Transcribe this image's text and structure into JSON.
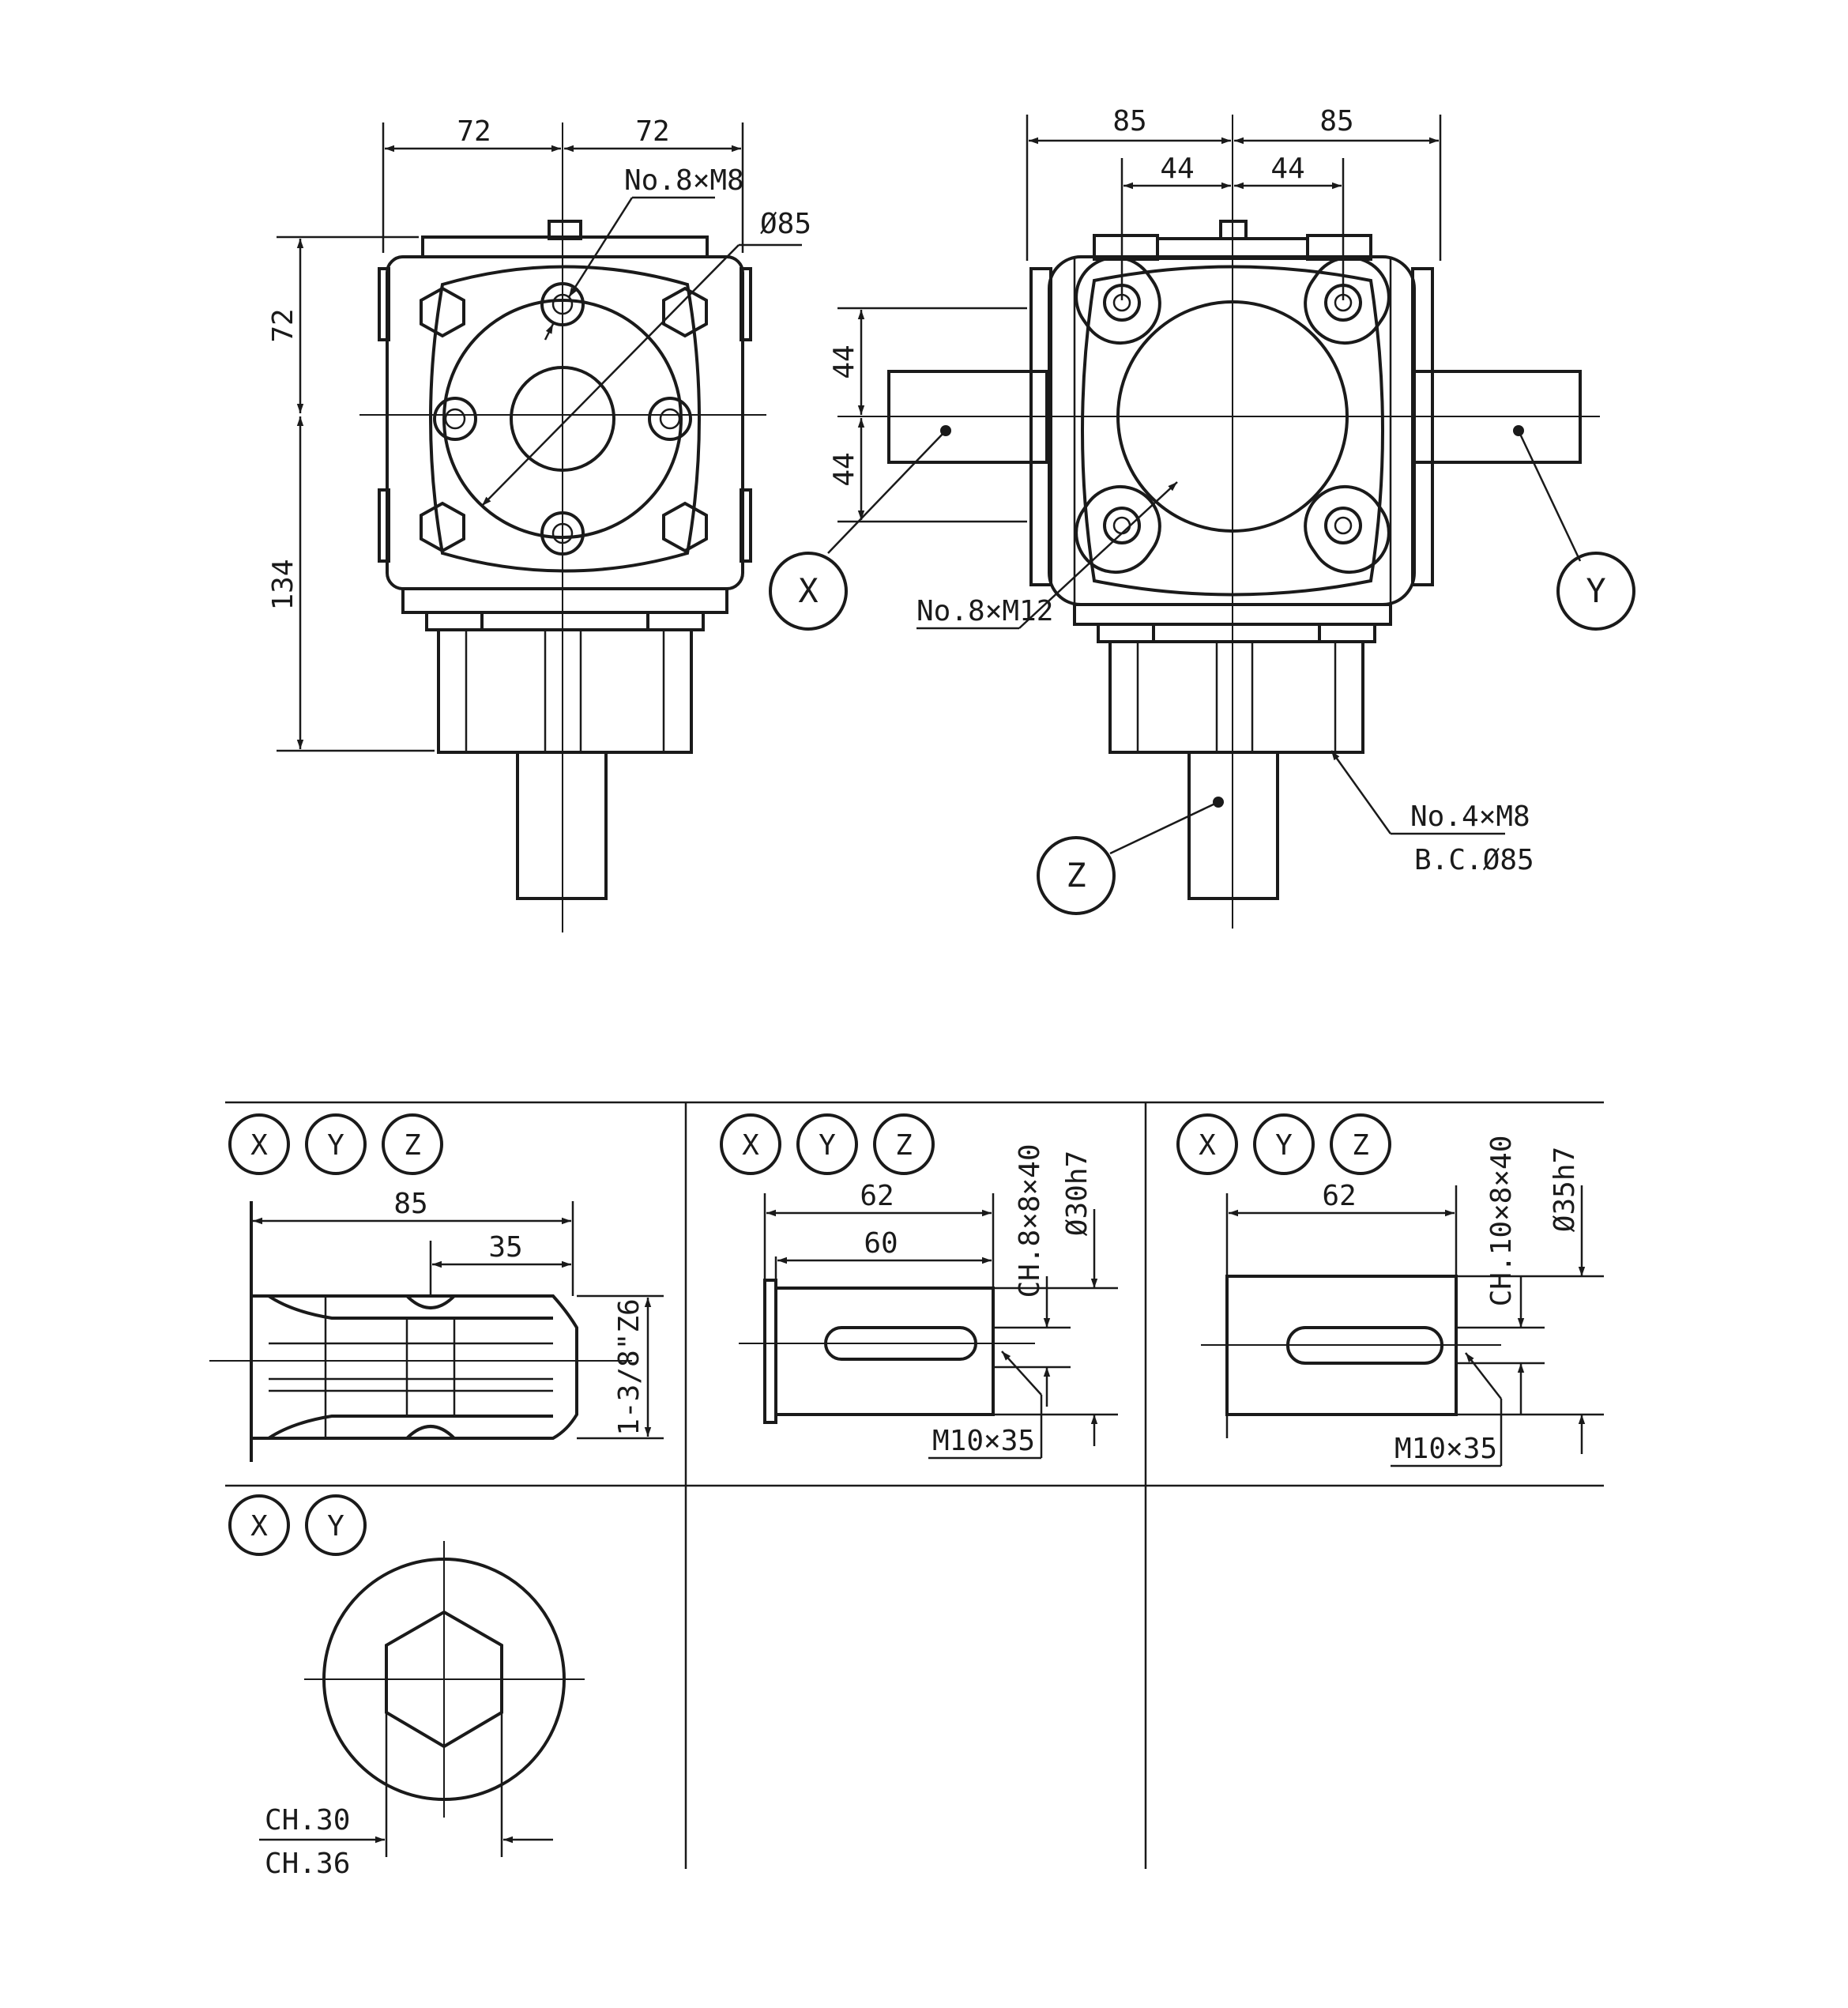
{
  "top_left_view": {
    "dim_left": "72",
    "dim_right": "72",
    "dim_upper": "72",
    "dim_lower": "134",
    "callout_holes": "No.8×M8",
    "callout_dia": "Ø85"
  },
  "top_right_view": {
    "dim_outer_left": "85",
    "dim_outer_right": "85",
    "dim_inner_left": "44",
    "dim_inner_right": "44",
    "dim_vert_upper": "44",
    "dim_vert_lower": "44",
    "callout_holes": "No.8×M12",
    "callout_flange_1": "No.4×M8",
    "callout_flange_2": "B.C.Ø85",
    "shaft_x": "X",
    "shaft_y": "Y",
    "shaft_z": "Z"
  },
  "table": {
    "cell_spline": {
      "tags": [
        "X",
        "Y",
        "Z"
      ],
      "dim_length": "85",
      "dim_spline": "35",
      "spline_spec": "1-3/8\"Z6"
    },
    "cell_key30": {
      "tags": [
        "X",
        "Y",
        "Z"
      ],
      "dim_length": "62",
      "dim_key": "60",
      "key_spec": "CH.8×8×40",
      "shaft_dia": "Ø30h7",
      "thread": "M10×35"
    },
    "cell_key35": {
      "tags": [
        "X",
        "Y",
        "Z"
      ],
      "dim_length": "62",
      "key_spec": "CH.10×8×40",
      "shaft_dia": "Ø35h7",
      "thread": "M10×35"
    },
    "cell_hex": {
      "tags": [
        "X",
        "Y"
      ],
      "hex_1": "CH.30",
      "hex_2": "CH.36"
    }
  }
}
